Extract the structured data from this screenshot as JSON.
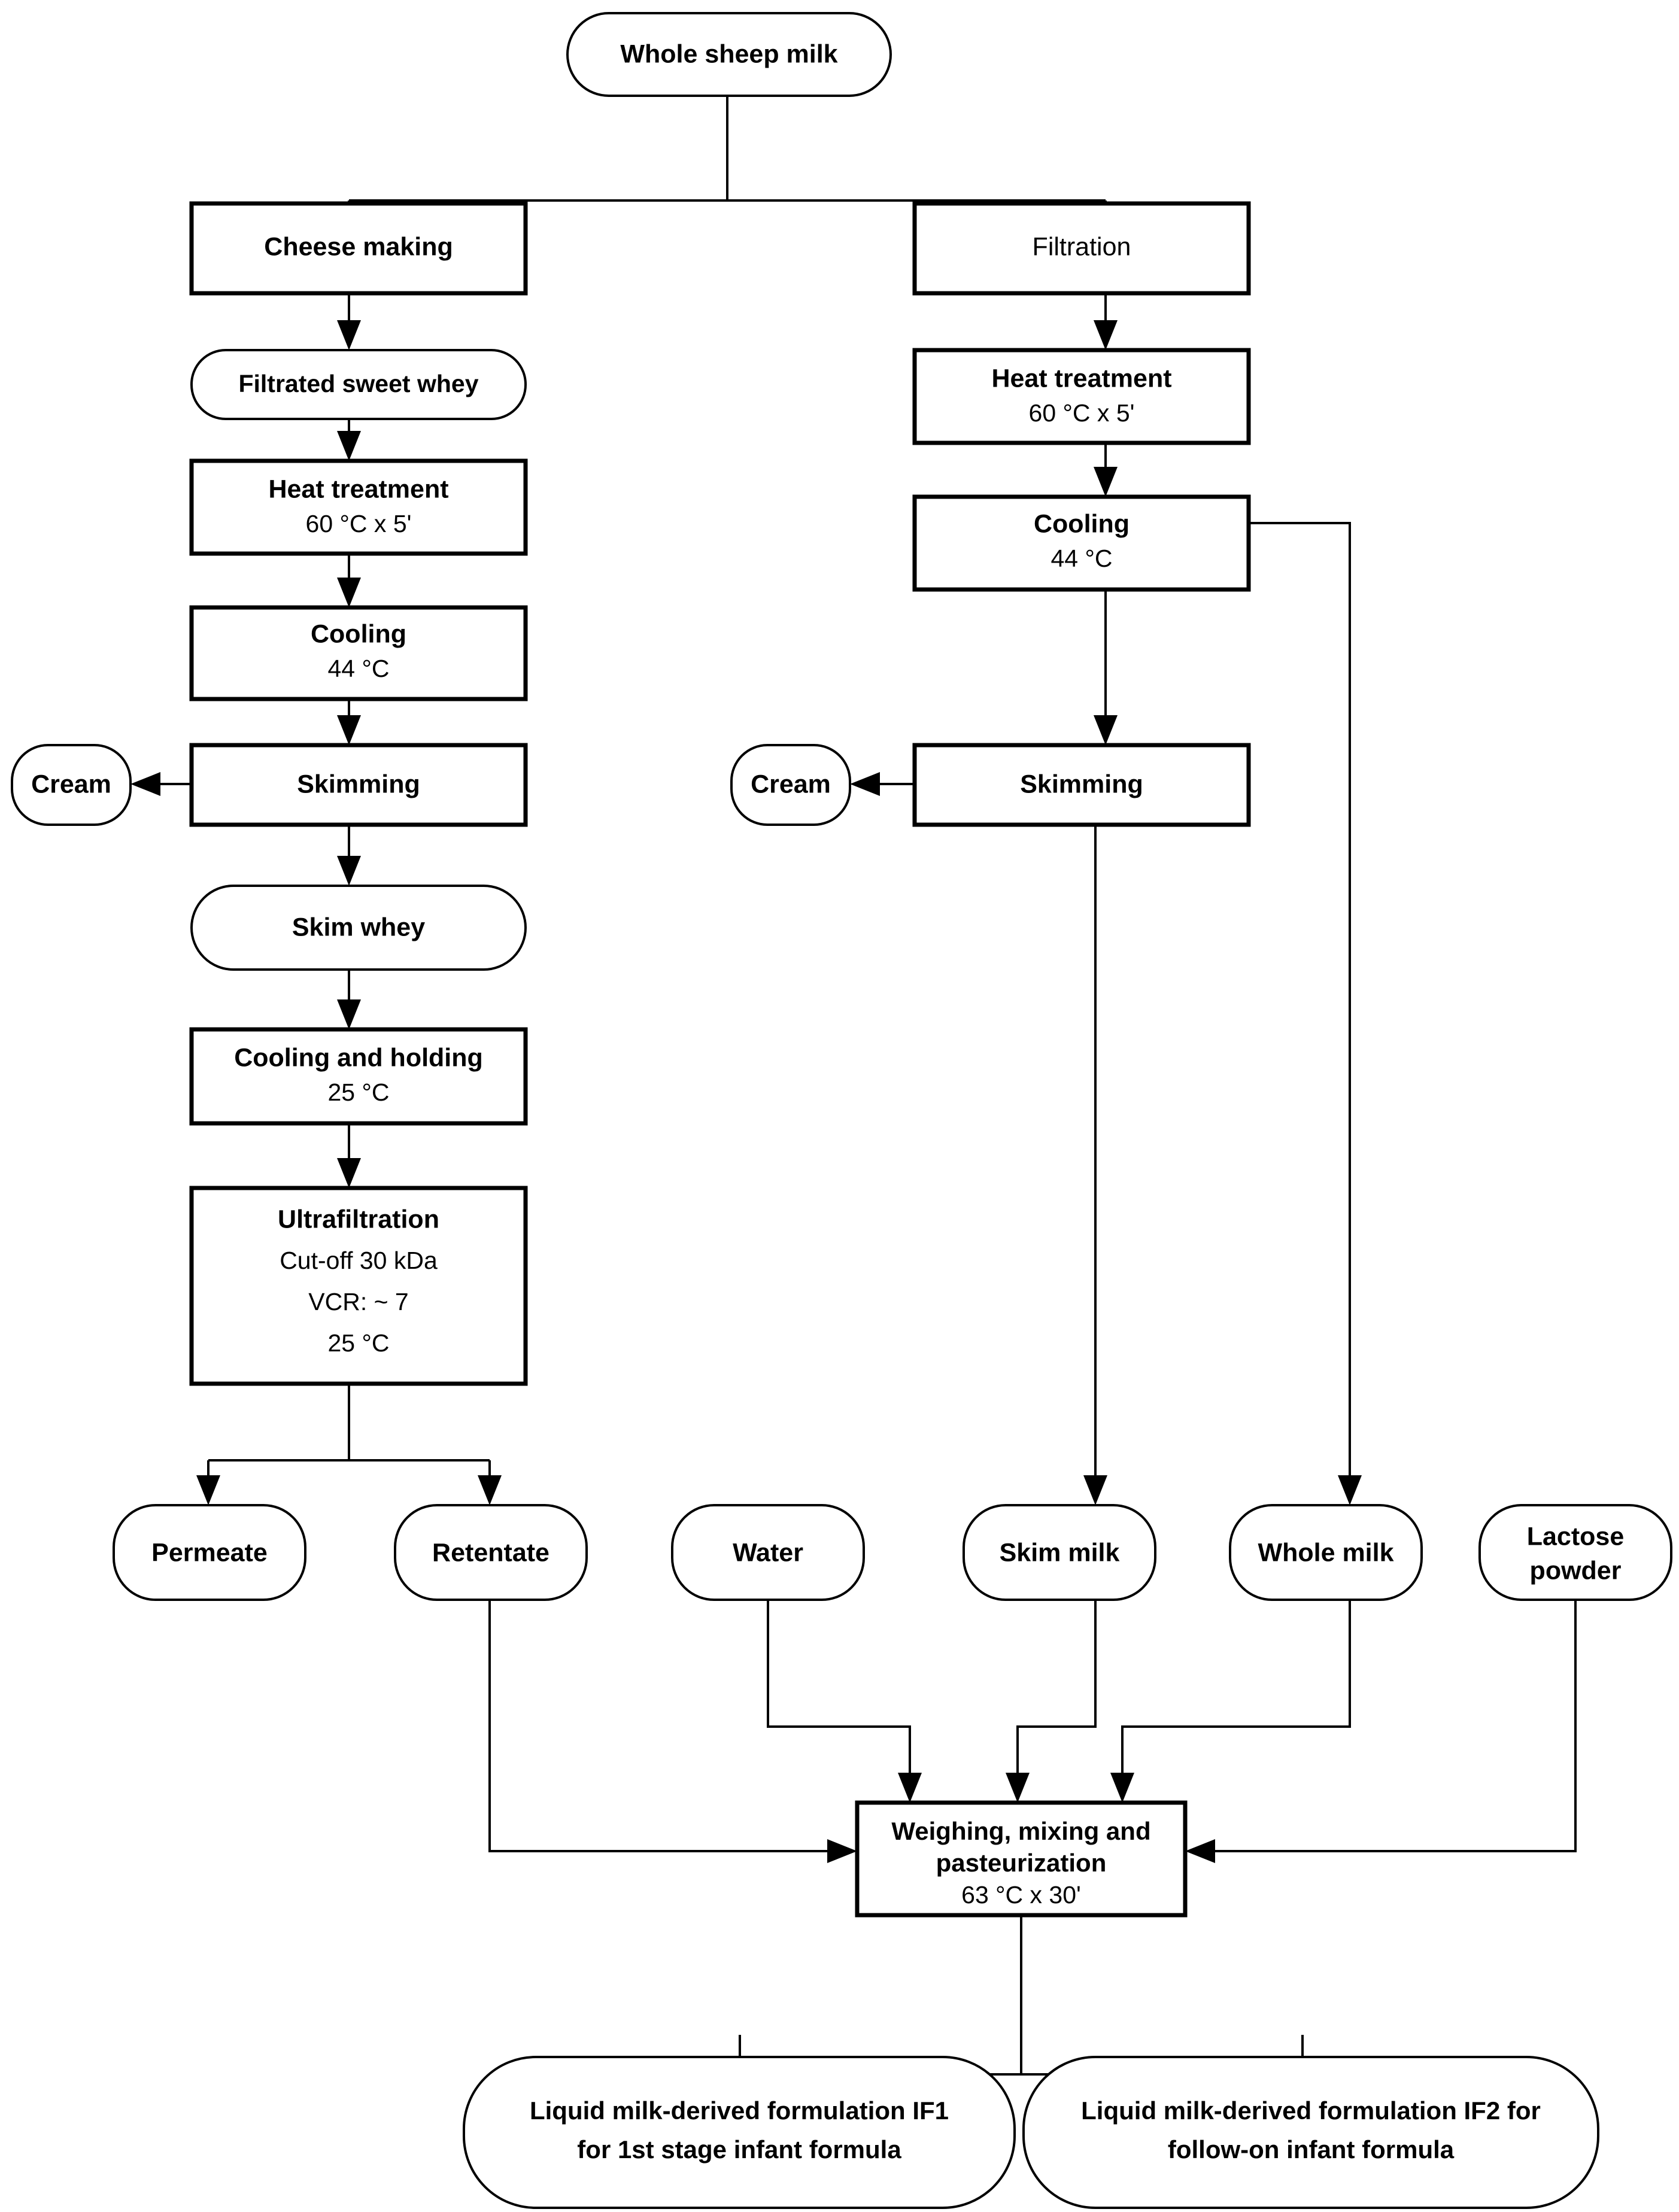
{
  "diagram": {
    "title": "Sheep milk infant formula process flow diagram",
    "colors": {
      "stroke": "#000000",
      "fill": "#ffffff",
      "text": "#000000"
    },
    "nodes": {
      "whole_sheep_milk": {
        "label": "Whole sheep milk",
        "shape": "rounded"
      },
      "cheese_making": {
        "label": "Cheese making",
        "shape": "rect"
      },
      "filtration": {
        "label": "Filtration",
        "shape": "rect"
      },
      "filtrated_sweet_whey": {
        "label": "Filtrated sweet whey",
        "shape": "rounded"
      },
      "heat_treatment_left": {
        "label": "Heat treatment",
        "sub": "60 °C x 5'",
        "shape": "rect"
      },
      "heat_treatment_right": {
        "label": "Heat treatment",
        "sub": "60 °C x 5'",
        "shape": "rect"
      },
      "cooling_left": {
        "label": "Cooling",
        "sub": "44 °C",
        "shape": "rect"
      },
      "cooling_right": {
        "label": "Cooling",
        "sub": "44 °C",
        "shape": "rect"
      },
      "skimming_left": {
        "label": "Skimming",
        "shape": "rect"
      },
      "skimming_right": {
        "label": "Skimming",
        "shape": "rect"
      },
      "cream_left": {
        "label": "Cream",
        "shape": "rounded"
      },
      "cream_right": {
        "label": "Cream",
        "shape": "rounded"
      },
      "skim_whey": {
        "label": "Skim whey",
        "shape": "rounded"
      },
      "cooling_and_holding": {
        "label": "Cooling and holding",
        "sub": "25 °C",
        "shape": "rect"
      },
      "ultrafiltration": {
        "label": "Ultrafiltration",
        "sub1": "Cut-off 30 kDa",
        "sub2": "VCR: ~ 7",
        "sub3": "25 °C",
        "shape": "rect"
      },
      "permeate": {
        "label": "Permeate",
        "shape": "rounded"
      },
      "retentate": {
        "label": "Retentate",
        "shape": "rounded"
      },
      "water": {
        "label": "Water",
        "shape": "rounded"
      },
      "skim_milk": {
        "label": "Skim milk",
        "shape": "rounded"
      },
      "whole_milk": {
        "label": "Whole milk",
        "shape": "rounded"
      },
      "lactose_powder": {
        "label_line1": "Lactose",
        "label_line2": "powder",
        "shape": "rounded"
      },
      "weighing_mixing": {
        "label_line1": "Weighing, mixing and",
        "label_line2": "pasteurization",
        "sub": "63 °C x 30'",
        "shape": "rect"
      },
      "if1": {
        "label_line1": "Liquid milk-derived formulation IF1",
        "label_line2": "for 1st stage infant formula",
        "shape": "rounded"
      },
      "if2": {
        "label_line1": "Liquid milk-derived formulation IF2 for",
        "label_line2": "follow-on infant formula",
        "shape": "rounded"
      }
    },
    "edges": [
      {
        "from": "whole_sheep_milk",
        "to": "cheese_making"
      },
      {
        "from": "whole_sheep_milk",
        "to": "filtration"
      },
      {
        "from": "cheese_making",
        "to": "filtrated_sweet_whey"
      },
      {
        "from": "filtrated_sweet_whey",
        "to": "heat_treatment_left"
      },
      {
        "from": "heat_treatment_left",
        "to": "cooling_left"
      },
      {
        "from": "cooling_left",
        "to": "skimming_left"
      },
      {
        "from": "skimming_left",
        "to": "cream_left"
      },
      {
        "from": "skimming_left",
        "to": "skim_whey"
      },
      {
        "from": "skim_whey",
        "to": "cooling_and_holding"
      },
      {
        "from": "cooling_and_holding",
        "to": "ultrafiltration"
      },
      {
        "from": "ultrafiltration",
        "to": "permeate"
      },
      {
        "from": "ultrafiltration",
        "to": "retentate"
      },
      {
        "from": "filtration",
        "to": "heat_treatment_right"
      },
      {
        "from": "heat_treatment_right",
        "to": "cooling_right"
      },
      {
        "from": "cooling_right",
        "to": "skimming_right"
      },
      {
        "from": "cooling_right",
        "to": "whole_milk"
      },
      {
        "from": "skimming_right",
        "to": "cream_right"
      },
      {
        "from": "skimming_right",
        "to": "skim_milk"
      },
      {
        "from": "retentate",
        "to": "weighing_mixing"
      },
      {
        "from": "water",
        "to": "weighing_mixing"
      },
      {
        "from": "skim_milk",
        "to": "weighing_mixing"
      },
      {
        "from": "whole_milk",
        "to": "weighing_mixing"
      },
      {
        "from": "lactose_powder",
        "to": "weighing_mixing"
      },
      {
        "from": "weighing_mixing",
        "to": "if1"
      },
      {
        "from": "weighing_mixing",
        "to": "if2"
      }
    ]
  }
}
